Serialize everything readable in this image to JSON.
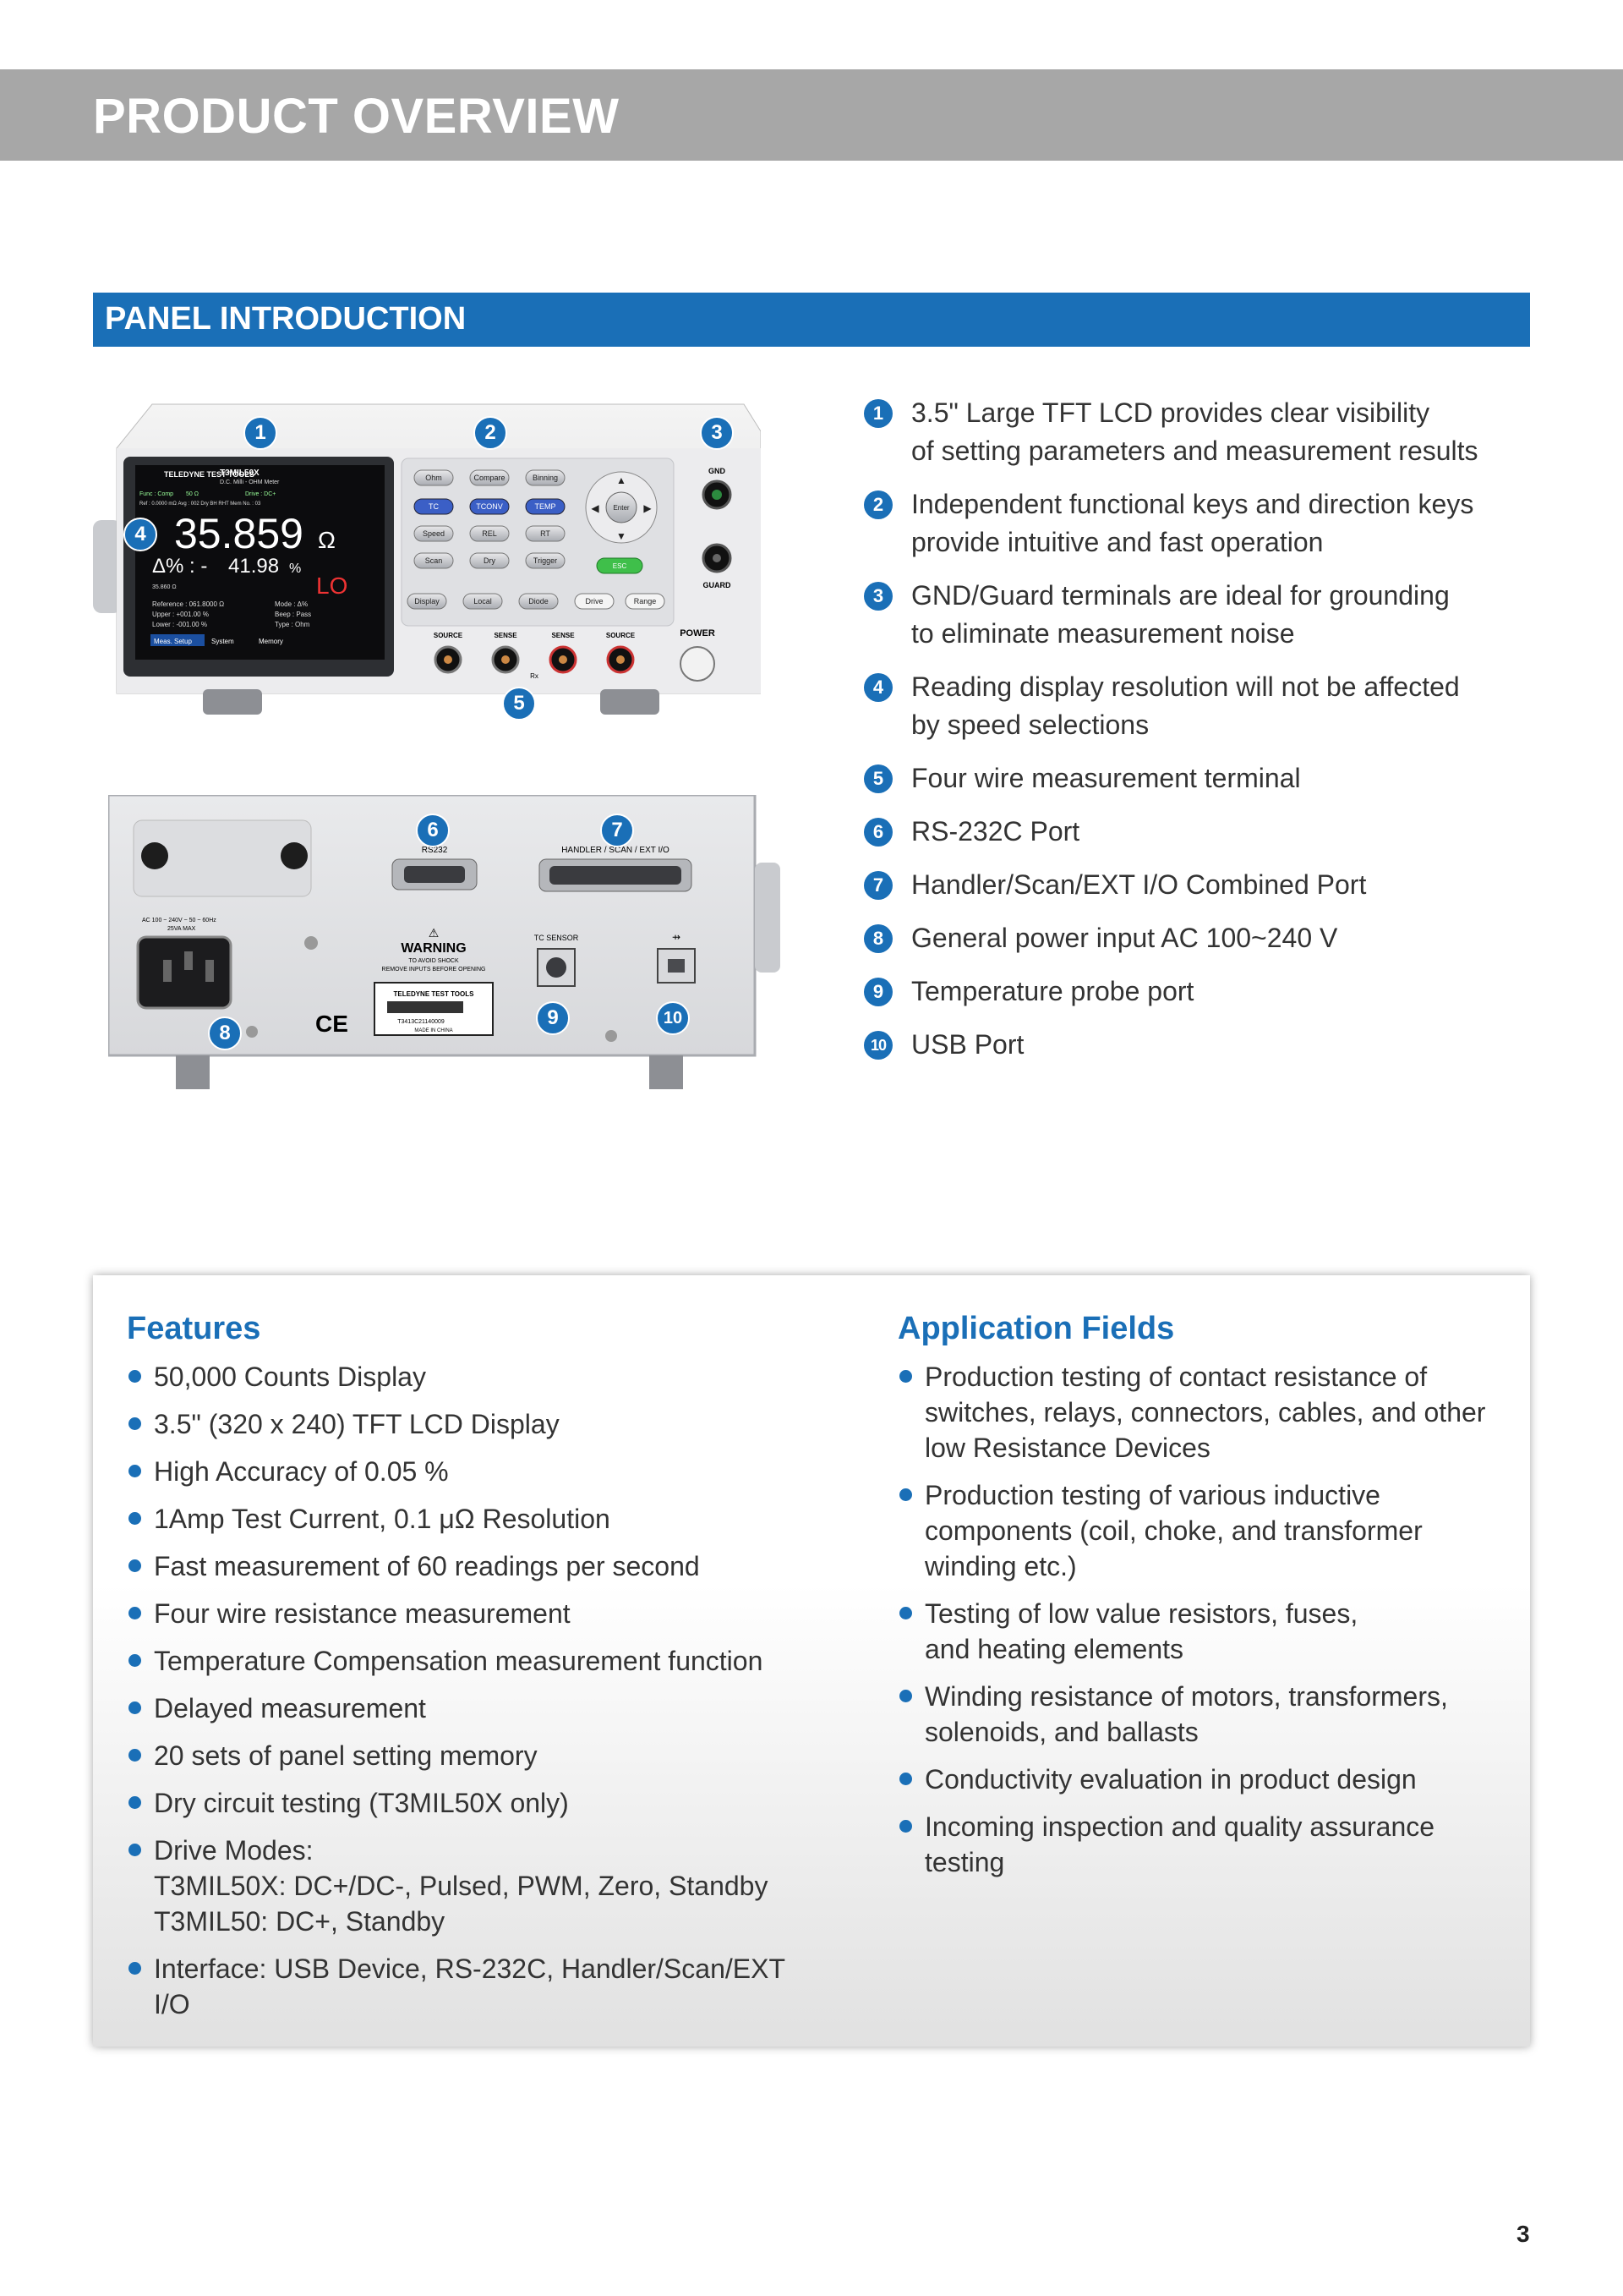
{
  "header": {
    "title": "PRODUCT OVERVIEW"
  },
  "section": {
    "title": "PANEL INTRODUCTION"
  },
  "front_panel": {
    "brand": "TELEDYNE TEST TOOLS",
    "model": "T3MIL50X",
    "model_desc": "D.C. Milli - OHM Meter",
    "reading": "35.859",
    "unit": "Ω",
    "delta_label": "Δ% :  -",
    "delta_value": "41.98",
    "delta_unit": "%",
    "lo": "LO",
    "small_reading": "35.860 Ω",
    "status_top": [
      "Func : Comp",
      "50 Ω",
      "Auto",
      "Inf",
      "Slow",
      "Drive : DC+"
    ],
    "status_row2": "Ref : 0.0000 mΩ  Avg : 002  Dry    BH  RHT    Mem No. : 03",
    "ref_rows": [
      "Reference : 061.8000 Ω",
      "Upper      : +001.00 %",
      "Lower      : -001.00 %"
    ],
    "mode_rows": [
      "Mode : Δ%",
      "Beep : Pass",
      "Type : Ohm"
    ],
    "menu": [
      "Meas. Setup",
      "System",
      "Memory"
    ],
    "keys_row1": [
      "Ohm",
      "Compare",
      "Binning"
    ],
    "keys_row2": [
      "TC",
      "TCONV",
      "TEMP"
    ],
    "keys_row3": [
      "Speed",
      "REL",
      "RT"
    ],
    "keys_row4": [
      "Scan",
      "Dry",
      "Trigger"
    ],
    "keys_row5": [
      "Display",
      "Local",
      "Diode",
      "Drive",
      "Range"
    ],
    "enter": "Enter",
    "esc": "ESC",
    "gnd": "GND",
    "guard": "GUARD",
    "terminals": [
      "SOURCE",
      "SENSE",
      "SENSE",
      "SOURCE"
    ],
    "rx": "Rx",
    "power": "POWER"
  },
  "rear_panel": {
    "rs232": "RS232",
    "handler": "HANDLER / SCAN / EXT I/O",
    "ac_rating": "AC 100 ~ 240V ~  50 ~ 60Hz",
    "va": "25VA MAX",
    "warning": "WARNING",
    "warning_sub1": "TO AVOID SHOCK",
    "warning_sub2": "REMOVE INPUTS BEFORE OPENING",
    "tc_sensor": "TC SENSOR",
    "ce": "CE",
    "label_brand": "TELEDYNE TEST TOOLS",
    "serial": "T3413C21140009",
    "made_in": "MADE IN CHINA"
  },
  "callouts": [
    {
      "num": "1",
      "text": "3.5\" Large TFT LCD provides clear visibility\nof setting parameters and measurement results"
    },
    {
      "num": "2",
      "text": "Independent functional keys and direction keys\nprovide intuitive and fast operation"
    },
    {
      "num": "3",
      "text": "GND/Guard terminals are ideal for grounding\nto eliminate measurement noise"
    },
    {
      "num": "4",
      "text": "Reading display resolution will not be affected\nby speed selections"
    },
    {
      "num": "5",
      "text": "Four wire measurement terminal"
    },
    {
      "num": "6",
      "text": "RS-232C Port"
    },
    {
      "num": "7",
      "text": "Handler/Scan/EXT I/O Combined Port"
    },
    {
      "num": "8",
      "text": "General power input AC 100~240 V"
    },
    {
      "num": "9",
      "text": "Temperature probe port"
    },
    {
      "num": "10",
      "text": "USB Port"
    }
  ],
  "features": {
    "title": "Features",
    "items": [
      "50,000 Counts Display",
      "3.5\" (320 x 240) TFT LCD Display",
      "High Accuracy of 0.05 %",
      "1Amp Test Current, 0.1 μΩ Resolution",
      "Fast measurement of 60 readings per second",
      "Four wire resistance measurement",
      "Temperature Compensation measurement function",
      "Delayed measurement",
      "20 sets of panel setting memory",
      "Dry circuit testing (T3MIL50X only)",
      "Drive Modes:\nT3MIL50X: DC+/DC-, Pulsed, PWM, Zero, Standby\nT3MIL50: DC+, Standby",
      "Interface: USB Device, RS-232C, Handler/Scan/EXT I/O"
    ]
  },
  "applications": {
    "title": "Application Fields",
    "items": [
      "Production testing of contact resistance of\nswitches, relays, connectors, cables, and other\nlow Resistance Devices",
      "Production testing of various inductive\ncomponents (coil, choke, and transformer\nwinding etc.)",
      "Testing of low value resistors, fuses,\nand heating elements",
      "Winding resistance of motors, transformers,\nsolenoids, and ballasts",
      "Conductivity evaluation in product design",
      "Incoming inspection and quality assurance\ntesting"
    ]
  },
  "page_number": "3"
}
